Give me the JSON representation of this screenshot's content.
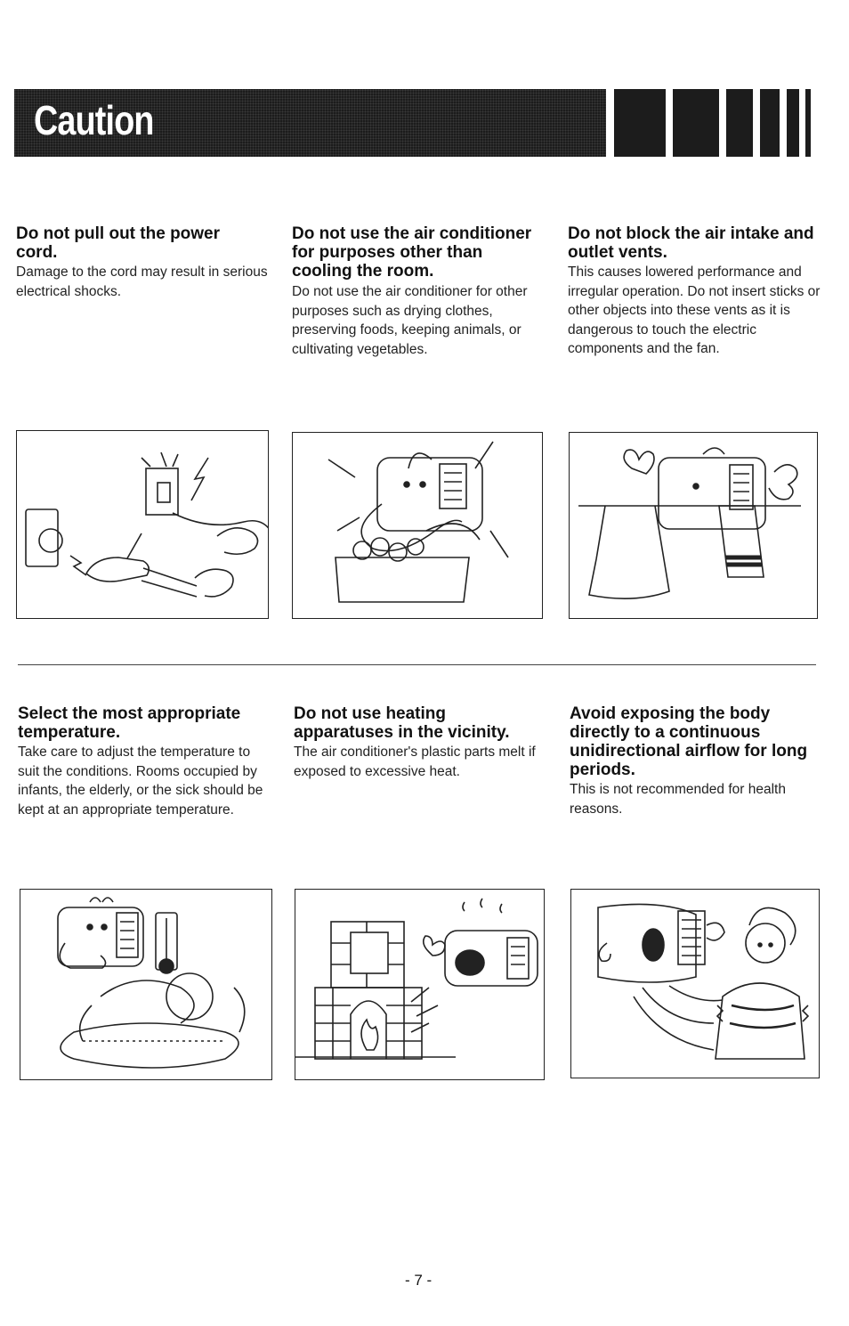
{
  "header": {
    "title": "Caution"
  },
  "sections": [
    {
      "title": "Do not pull out the power cord.",
      "body": "Damage to the cord may result in serious electrical shocks.",
      "illustration_icon": "power-plug-icon"
    },
    {
      "title": "Do not use the air conditioner for purposes other than cooling the room.",
      "body": "Do not use the air conditioner for other purposes such as drying clothes, preserving foods, keeping animals, or cultivating vegetables.",
      "illustration_icon": "ac-food-basket-icon"
    },
    {
      "title": "Do not block the air intake and outlet vents.",
      "body": "This causes lowered performance and irregular operation. Do not insert sticks or other objects into these vents as it is dangerous to touch the electric components and the fan.",
      "illustration_icon": "ac-clothes-drying-icon"
    },
    {
      "title": "Select the most appropriate temperature.",
      "body": "Take care to adjust the temperature to suit the conditions. Rooms occupied by infants, the elderly, or the sick should be kept at an appropriate temperature.",
      "illustration_icon": "ac-thermometer-baby-icon"
    },
    {
      "title": "Do not use heating apparatuses in the vicinity.",
      "body": "The air conditioner's plastic parts melt if exposed to excessive heat.",
      "illustration_icon": "fireplace-icon"
    },
    {
      "title": "Avoid exposing the body directly to a continuous unidirectional airflow for long periods.",
      "body": "This is not recommended for health reasons.",
      "illustration_icon": "cold-person-icon"
    }
  ],
  "footer": {
    "page_number": "- 7 -"
  }
}
